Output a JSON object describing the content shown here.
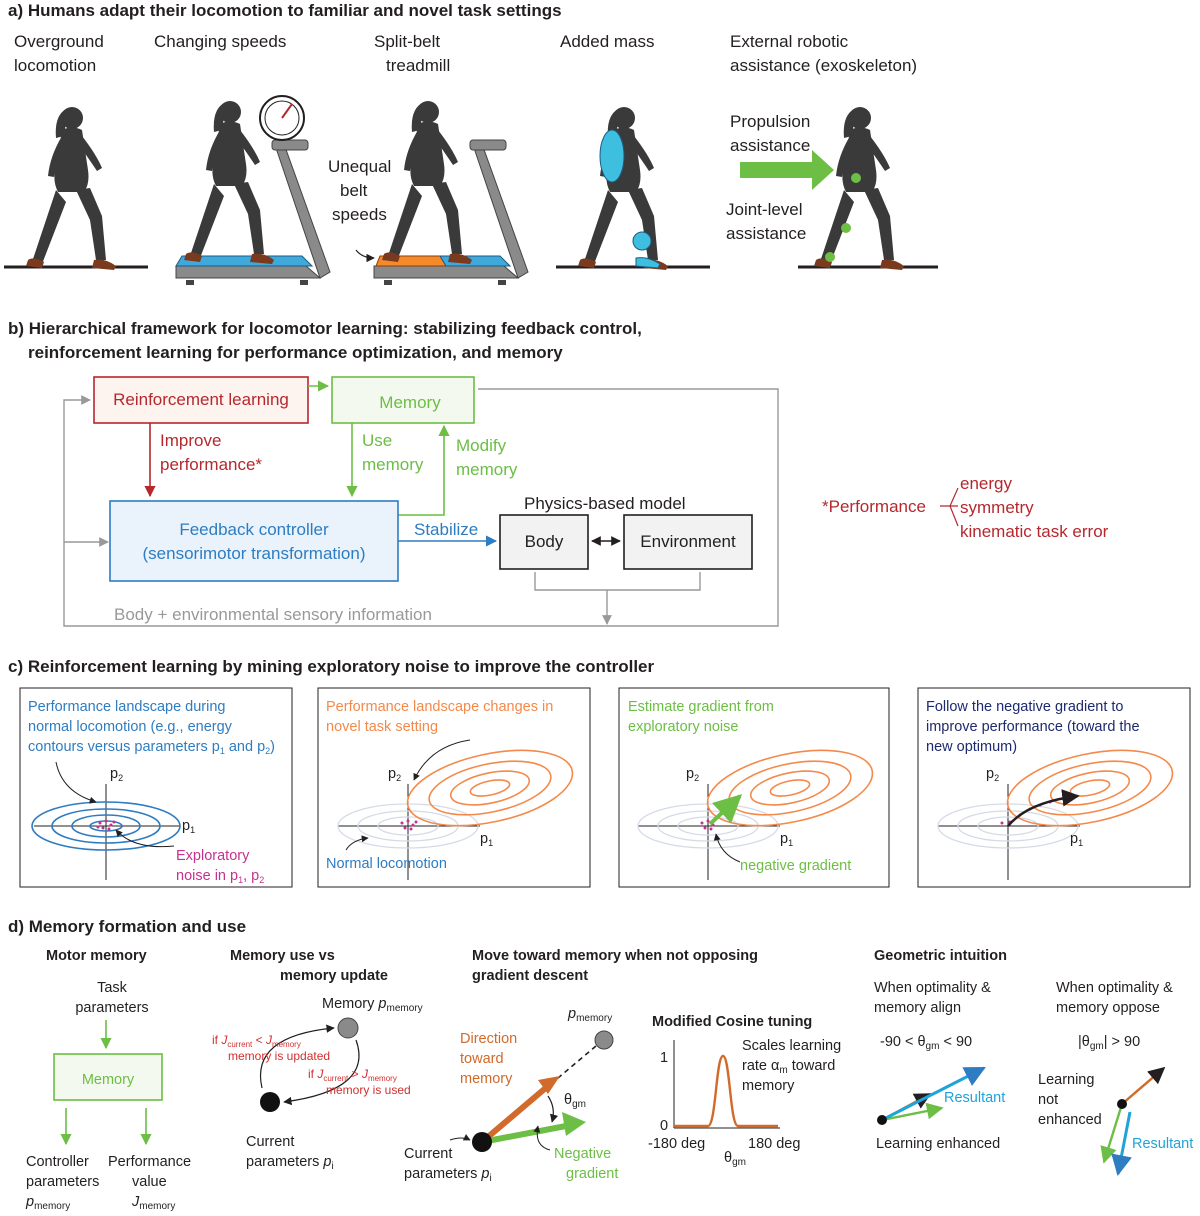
{
  "panel_a": {
    "title": "a) Humans adapt their locomotion to familiar and novel task settings",
    "overground": [
      "Overground",
      "locomotion"
    ],
    "changing_speeds": "Changing speeds",
    "split_belt": [
      "Split-belt",
      "treadmill"
    ],
    "unequal": [
      "Unequal",
      "belt",
      "speeds"
    ],
    "added_mass": "Added mass",
    "exo": [
      "External robotic",
      "assistance (exoskeleton)"
    ],
    "propulsion": [
      "Propulsion",
      "assistance"
    ],
    "joint": [
      "Joint-level",
      "assistance"
    ]
  },
  "panel_b": {
    "title": [
      "b) Hierarchical framework for locomotor learning: stabilizing feedback control,",
      "reinforcement learning for performance optimization, and memory"
    ],
    "rl": "Reinforcement learning",
    "memory": "Memory",
    "improve": [
      "Improve",
      "performance*"
    ],
    "use_memory": [
      "Use",
      "memory"
    ],
    "modify_memory": [
      "Modify",
      "memory"
    ],
    "physics": "Physics-based model",
    "controller": [
      "Feedback controller",
      "(sensorimotor transformation)"
    ],
    "stabilize": "Stabilize",
    "body": "Body",
    "environment": "Environment",
    "sensory": "Body + environmental sensory information",
    "perf_label": "*Performance",
    "perf_items": [
      "energy",
      "symmetry",
      "kinematic task error"
    ]
  },
  "panel_c": {
    "title": "c) Reinforcement learning by mining exploratory noise to improve the controller",
    "box1": [
      "Performance landscape during",
      "normal locomotion (e.g., energy",
      "contours versus parameters p",
      "and p",
      ")"
    ],
    "box1_noise": [
      "Exploratory",
      "noise in p",
      ", p"
    ],
    "box2": [
      "Performance landscape changes in",
      "novel task setting"
    ],
    "box2_normal": "Normal locomotion",
    "box3": [
      "Estimate gradient from",
      "exploratory noise"
    ],
    "box3_neg": "negative gradient",
    "box4": [
      "Follow the negative gradient to",
      "improve performance (toward the",
      "new optimum)"
    ],
    "axis_p": "p",
    "sub1": "1",
    "sub2": "2"
  },
  "panel_d": {
    "title": "d) Memory formation and use",
    "motor_memory": "Motor memory",
    "task_params": [
      "Task",
      "parameters"
    ],
    "memory_box": "Memory",
    "ctrl_params": [
      "Controller",
      "parameters"
    ],
    "p_memory": [
      "p",
      "memory"
    ],
    "perf_value": [
      "Performance",
      "value"
    ],
    "j_memory": [
      "J",
      "memory"
    ],
    "use_vs_update": [
      "Memory use vs",
      "memory update"
    ],
    "memory_p": [
      "Memory ",
      "p",
      "memory"
    ],
    "if_update": [
      "if ",
      "J",
      "current",
      " < ",
      "J",
      "memory",
      "memory is updated"
    ],
    "if_use": [
      "if ",
      "J",
      "current",
      " > ",
      "J",
      "memory",
      "memory is used"
    ],
    "current_params": [
      "Current",
      "parameters ",
      "p",
      "i"
    ],
    "move_toward": [
      "Move toward memory when not opposing",
      "gradient descent"
    ],
    "p_memory2": [
      "p",
      "memory"
    ],
    "direction": [
      "Direction",
      "toward",
      "memory"
    ],
    "theta": [
      "θ",
      "gm"
    ],
    "negative": [
      "Negative",
      "gradient"
    ],
    "cosine_title": "Modified Cosine tuning",
    "cos_1": "1",
    "cos_0": "0",
    "cos_m180": "-180 deg",
    "cos_180": "180 deg",
    "cos_theta": [
      "θ",
      "gm"
    ],
    "scales": [
      "Scales learning",
      "rate α",
      "m",
      " toward",
      "memory"
    ],
    "geometric": "Geometric intuition",
    "align": [
      "When optimality &",
      "memory align"
    ],
    "align_range": [
      "-90 < θ",
      "gm",
      " < 90"
    ],
    "resultant": "Resultant",
    "enhanced": "Learning enhanced",
    "oppose": [
      "When optimality &",
      "memory oppose"
    ],
    "oppose_range": [
      "|θ",
      "gm",
      "| > 90"
    ],
    "not_enhanced": [
      "Learning",
      "not",
      "enhanced"
    ],
    "resultant2": "Resultant"
  },
  "colors": {
    "red": "#b5282e",
    "green": "#6cbe45",
    "blue": "#2e7cc1",
    "orange": "#f4894a",
    "magenta": "#c6318f",
    "gray": "#999999",
    "cyan": "#1ea4d8"
  }
}
